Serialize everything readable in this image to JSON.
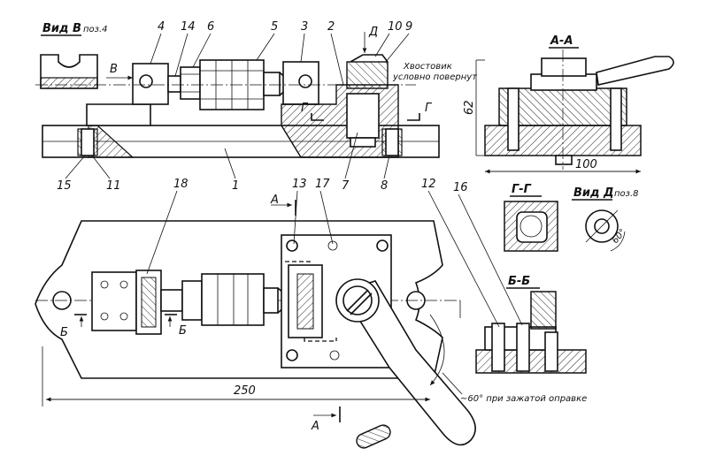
{
  "views": {
    "view_v": "Вид В",
    "view_v_pos": "поз.4",
    "view_d": "Вид Д",
    "view_d_pos": "поз.8",
    "section_aa": "А-А",
    "section_gg": "Г-Г",
    "section_bb": "Б-Б"
  },
  "notes": {
    "tail_rotated_line1": "Хвостовик",
    "tail_rotated_line2": "условно повернут",
    "angle_note": "~60° при зажатой оправке"
  },
  "dimensions": {
    "height": "62",
    "width": "100",
    "length": "250",
    "angle": "60°"
  },
  "arrow_letters": {
    "v": "В",
    "d": "Д",
    "a_top": "А",
    "a_bottom": "А",
    "b_left": "Б",
    "b_right": "Б",
    "g_left": "Г",
    "g_right": "Г"
  },
  "part_numbers": {
    "p1": "1",
    "p2": "2",
    "p3": "3",
    "p4": "4",
    "p5": "5",
    "p6": "6",
    "p7": "7",
    "p8": "8",
    "p9": "9",
    "p10": "10",
    "p11": "11",
    "p12": "12",
    "p13": "13",
    "p14": "14",
    "p15": "15",
    "p16": "16",
    "p17": "17",
    "p18": "18"
  },
  "colors": {
    "ink": "#111111",
    "paper": "#ffffff"
  }
}
